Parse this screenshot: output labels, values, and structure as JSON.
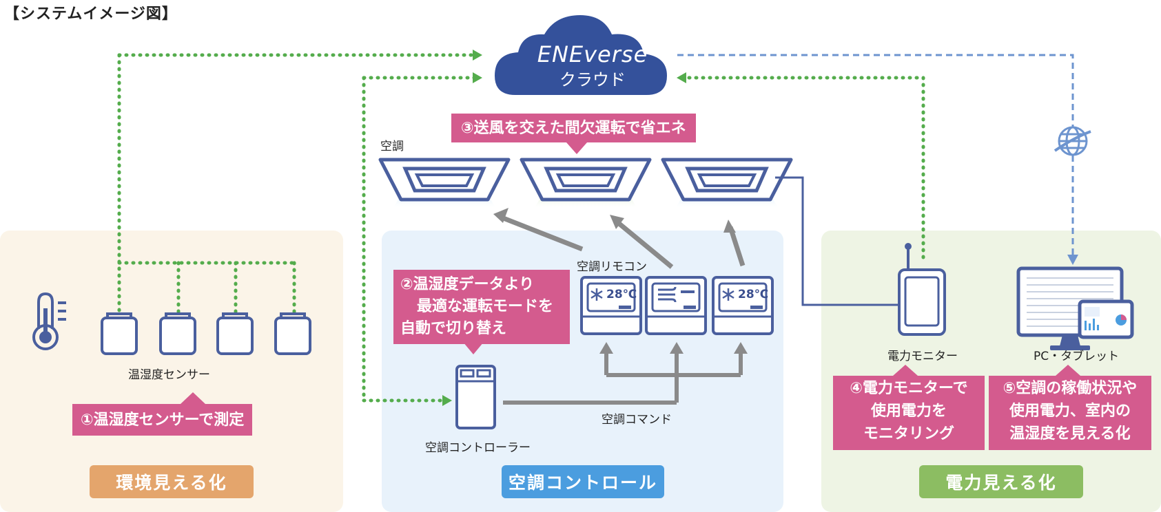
{
  "title": "【システムイメージ図】",
  "cloud": {
    "brand": "ENEverse",
    "label": "クラウド"
  },
  "labels": {
    "aircon": "空調",
    "remote": "空調リモコン",
    "sensor": "温湿度センサー",
    "controller": "空調コントローラー",
    "command": "空調コマンド",
    "power_monitor": "電力モニター",
    "pc_tablet": "PC・タブレット",
    "remote_temp": "28℃"
  },
  "callouts": {
    "c1": "①温湿度センサーで測定",
    "c2_line1": "②温湿度データより",
    "c2_line2": "最適な運転モードを",
    "c2_line3": "自動で切り替え",
    "c3": "③送風を交えた間欠運転で省エネ",
    "c4_line1": "④電力モニターで",
    "c4_line2": "使用電力を",
    "c4_line3": "モニタリング",
    "c5_line1": "⑤空調の稼働状況や",
    "c5_line2": "使用電力、室内の",
    "c5_line3": "温湿度を見える化"
  },
  "sections": {
    "env": "環境見える化",
    "ac": "空調コントロール",
    "power": "電力見える化"
  },
  "colors": {
    "accent_pink": "#d45b8e",
    "cloud_blue": "#34519b",
    "device_blue": "#4a5f9e",
    "dotted_green": "#54ac4c",
    "dashed_blue": "#6d94cf",
    "arrow_gray": "#8a8a8a",
    "env_orange": "#e4a56c",
    "ac_blue": "#4b9ddf",
    "power_green": "#8cbd62"
  },
  "icons": [
    "thermometer-icon",
    "cloud-icon",
    "globe-icon",
    "snowflake-icon",
    "fan-icon",
    "aircon-unit-icon",
    "sensor-icon",
    "controller-icon",
    "power-monitor-icon",
    "monitor-icon",
    "tablet-icon"
  ]
}
